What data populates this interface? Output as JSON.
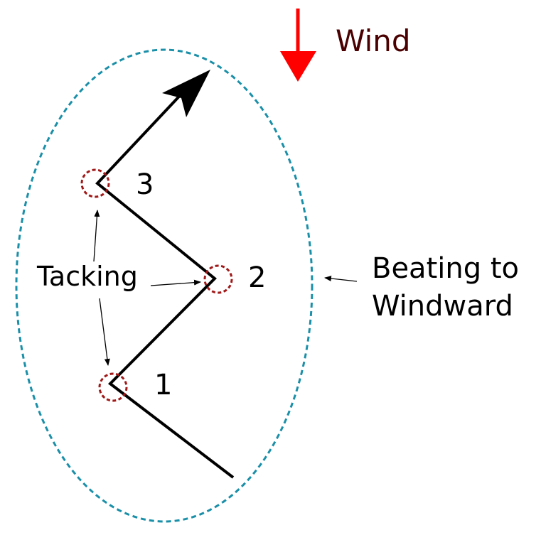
{
  "wind": {
    "label": "Wind",
    "arrow_color": "#ff0000",
    "label_color": "#4a0000"
  },
  "tacks": [
    {
      "number": "1"
    },
    {
      "number": "2"
    },
    {
      "number": "3"
    }
  ],
  "tacking_label": "Tacking",
  "beating_label": {
    "line1": "Beating to",
    "line2": "Windward"
  },
  "colors": {
    "course": "#000000",
    "ellipse": "#1a8fa8",
    "tack_marker": "#a01818"
  }
}
